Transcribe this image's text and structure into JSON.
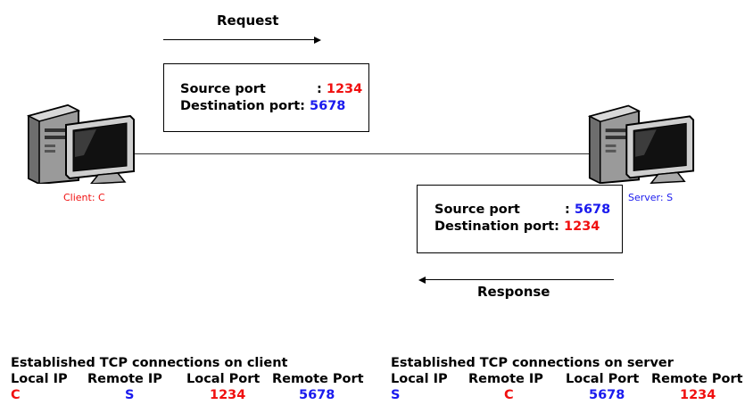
{
  "request": {
    "label": "Request",
    "packet": {
      "source_label": "Source port",
      "source_sep": ":",
      "source_value": "1234",
      "dest_label": "Destination port:",
      "dest_value": "5678"
    }
  },
  "response": {
    "label": "Response",
    "packet": {
      "source_label": "Source port",
      "source_sep": ":",
      "source_value": "5678",
      "dest_label": "Destination port:",
      "dest_value": "1234"
    }
  },
  "client": {
    "label": "Client: C",
    "icon": "computer-icon"
  },
  "server": {
    "label": "Server: S",
    "icon": "computer-icon"
  },
  "client_table": {
    "title": "Established TCP connections on client",
    "headers": [
      "Local IP",
      "Remote IP",
      "Local Port",
      "Remote Port"
    ],
    "row": [
      "C",
      "S",
      "1234",
      "5678"
    ]
  },
  "server_table": {
    "title": "Established TCP connections on server",
    "headers": [
      "Local IP",
      "Remote IP",
      "Local Port",
      "Remote Port"
    ],
    "row": [
      "S",
      "C",
      "5678",
      "1234"
    ]
  },
  "colors": {
    "client": "#f01010",
    "server": "#1a1aee"
  }
}
